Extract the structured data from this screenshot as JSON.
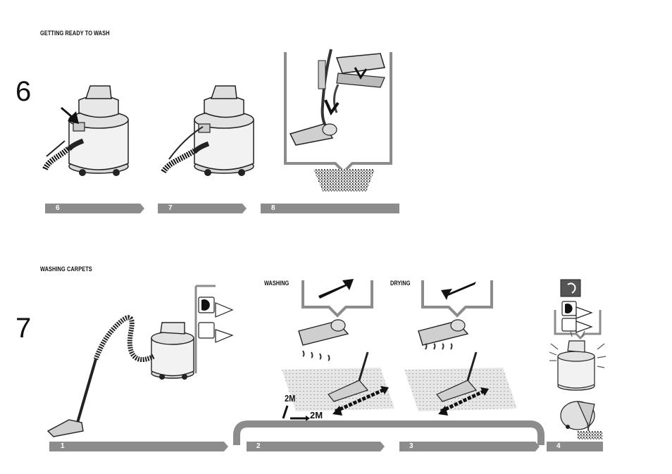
{
  "sections": [
    {
      "heading": "GETTING READY TO WASH",
      "number": "6",
      "steps": [
        "6",
        "7",
        "8"
      ]
    },
    {
      "heading": "WASHING CARPETS",
      "number": "7",
      "steps": [
        "1",
        "2",
        "3",
        "4"
      ],
      "panel_labels": {
        "washing": "WASHING",
        "drying": "DRYING"
      },
      "distance_marks": [
        "2M",
        "2M"
      ]
    }
  ],
  "colors": {
    "bar": "#8c8c8c",
    "line": "#1a1a1a",
    "body": "#d6d6d6",
    "dark": "#444444"
  }
}
